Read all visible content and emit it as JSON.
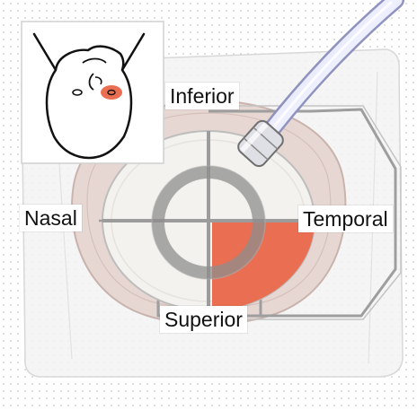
{
  "labels": {
    "inferior": "Inferior",
    "nasal": "Nasal",
    "temporal": "Temporal",
    "superior": "Superior"
  },
  "colors": {
    "highlight": "#ea6f52",
    "drape": "#f3f3f3",
    "eyelid": "#e6d6d2",
    "tube": "#d8d9ee",
    "ring": "#9a9a9a"
  },
  "icons": {
    "inset": "head-icon"
  }
}
